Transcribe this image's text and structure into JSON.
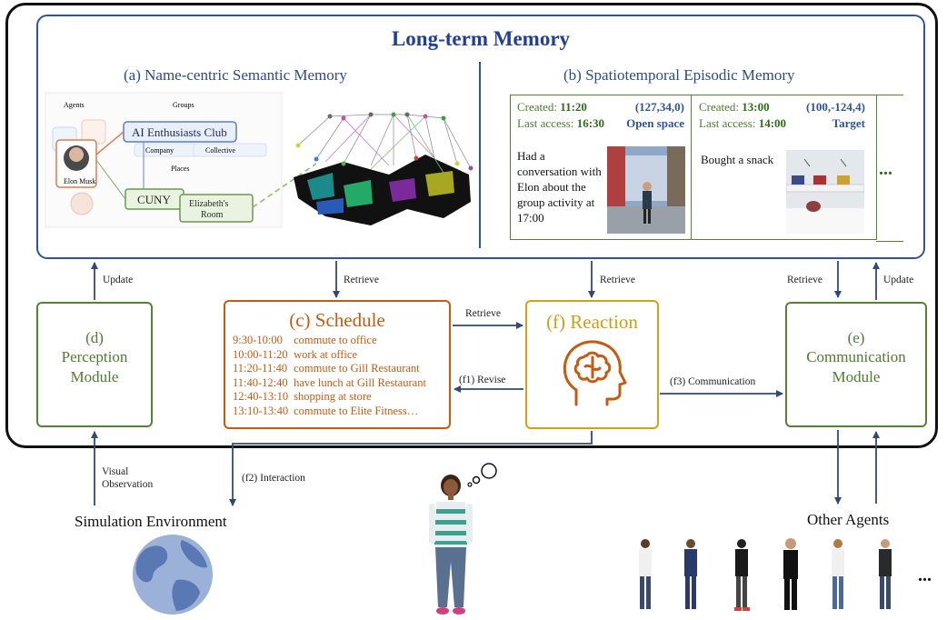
{
  "long_term_memory": {
    "title": "Long-term Memory",
    "semantic_title": "(a) Name-centric Semantic Memory",
    "episodic_title": "(b) Spatiotemporal Episodic Memory",
    "semantic": {
      "agents_label": "Agents",
      "groups_label": "Groups",
      "places_label": "Places",
      "person_label": "Elon Musk",
      "group_node": "AI Enthusiasts Club",
      "company_label": "Company",
      "collective_label": "Collective",
      "place1": "CUNY",
      "place2_line1": "Elizabeth's",
      "place2_line2": "Room"
    },
    "episodes": [
      {
        "created_label": "Created:",
        "created_time": "11:20",
        "coords": "(127,34,0)",
        "access_label": "Last access:",
        "access_time": "16:30",
        "location": "Open space",
        "text": "Had a conversation with Elon about the group activity at 17:00"
      },
      {
        "created_label": "Created:",
        "created_time": "13:00",
        "coords": "(100,-124,4)",
        "access_label": "Last access:",
        "access_time": "14:00",
        "location": "Target",
        "text": "Bought a snack"
      }
    ],
    "more": "..."
  },
  "modules": {
    "perception": {
      "letter": "(d)",
      "line1": "Perception",
      "line2": "Module"
    },
    "schedule": {
      "title": "(c) Schedule",
      "items": [
        {
          "time": "9:30-10:00",
          "activity": "commute to office"
        },
        {
          "time": "10:00-11:20",
          "activity": "work at office"
        },
        {
          "time": "11:20-11:40",
          "activity": "commute to Gill Restaurant"
        },
        {
          "time": "11:40-12:40",
          "activity": "have lunch at Gill Restaurant"
        },
        {
          "time": "12:40-13:10",
          "activity": "shopping at store"
        },
        {
          "time": "13:10-13:40",
          "activity": "commute to Elite Fitness…"
        }
      ]
    },
    "reaction": {
      "title": "(f) Reaction"
    },
    "communication": {
      "letter": "(e)",
      "line1": "Communication",
      "line2": "Module"
    }
  },
  "arrows": {
    "update_left": "Update",
    "retrieve_schedule": "Retrieve",
    "retrieve_reaction": "Retrieve",
    "retrieve_comm": "Retrieve",
    "update_right": "Update",
    "schedule_to_reaction": "Retrieve",
    "revise": "(f1) Revise",
    "communication": "(f3) Communication",
    "interaction": "(f2) Interaction",
    "visual_line1": "Visual",
    "visual_line2": "Observation"
  },
  "bottom": {
    "sim_env": "Simulation Environment",
    "other_agents": "Other Agents",
    "ellipsis": "..."
  },
  "colors": {
    "memory_border": "#2f5597",
    "schedule": "#c55a11",
    "reaction": "#d4a017",
    "modules": "#548235"
  }
}
